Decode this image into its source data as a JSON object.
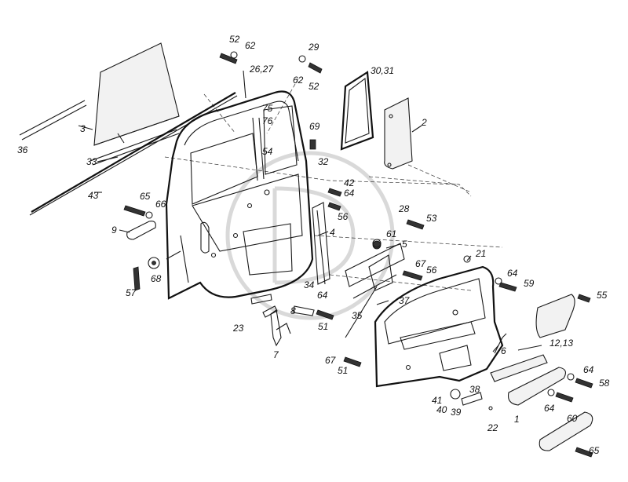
{
  "diagram": {
    "callouts": [
      {
        "id": "c52a",
        "text": "52"
      },
      {
        "id": "c62a",
        "text": "62"
      },
      {
        "id": "c2627",
        "text": "26,27"
      },
      {
        "id": "c29",
        "text": "29"
      },
      {
        "id": "c62b",
        "text": "62"
      },
      {
        "id": "c52b",
        "text": "52"
      },
      {
        "id": "c3031",
        "text": "30,31"
      },
      {
        "id": "c75",
        "text": "75"
      },
      {
        "id": "c76",
        "text": "76"
      },
      {
        "id": "c54",
        "text": "54"
      },
      {
        "id": "c69",
        "text": "69"
      },
      {
        "id": "c2",
        "text": "2"
      },
      {
        "id": "c3",
        "text": "3"
      },
      {
        "id": "c36",
        "text": "36"
      },
      {
        "id": "c33",
        "text": "33"
      },
      {
        "id": "c43",
        "text": "43"
      },
      {
        "id": "c32",
        "text": "32"
      },
      {
        "id": "c42",
        "text": "42"
      },
      {
        "id": "c64a",
        "text": "64"
      },
      {
        "id": "c56a",
        "text": "56"
      },
      {
        "id": "c65a",
        "text": "65"
      },
      {
        "id": "c66",
        "text": "66"
      },
      {
        "id": "c9",
        "text": "9"
      },
      {
        "id": "c4",
        "text": "4"
      },
      {
        "id": "c28",
        "text": "28"
      },
      {
        "id": "c53",
        "text": "53"
      },
      {
        "id": "c61",
        "text": "61"
      },
      {
        "id": "c5",
        "text": "5"
      },
      {
        "id": "c57",
        "text": "57"
      },
      {
        "id": "c68",
        "text": "68"
      },
      {
        "id": "c67a",
        "text": "67"
      },
      {
        "id": "c56b",
        "text": "56"
      },
      {
        "id": "c21",
        "text": "21"
      },
      {
        "id": "c64b",
        "text": "64"
      },
      {
        "id": "c59",
        "text": "59"
      },
      {
        "id": "c34",
        "text": "34"
      },
      {
        "id": "c37",
        "text": "37"
      },
      {
        "id": "c55",
        "text": "55"
      },
      {
        "id": "c8",
        "text": "8"
      },
      {
        "id": "c64c",
        "text": "64"
      },
      {
        "id": "c35",
        "text": "35"
      },
      {
        "id": "c23",
        "text": "23"
      },
      {
        "id": "c51a",
        "text": "51"
      },
      {
        "id": "c7",
        "text": "7"
      },
      {
        "id": "c6",
        "text": "6"
      },
      {
        "id": "c1213",
        "text": "12,13"
      },
      {
        "id": "c67b",
        "text": "67"
      },
      {
        "id": "c51b",
        "text": "51"
      },
      {
        "id": "c64d",
        "text": "64"
      },
      {
        "id": "c58",
        "text": "58"
      },
      {
        "id": "c38",
        "text": "38"
      },
      {
        "id": "c41",
        "text": "41"
      },
      {
        "id": "c40",
        "text": "40"
      },
      {
        "id": "c39",
        "text": "39"
      },
      {
        "id": "c64e",
        "text": "64"
      },
      {
        "id": "c1",
        "text": "1"
      },
      {
        "id": "c22",
        "text": "22"
      },
      {
        "id": "c60",
        "text": "60"
      },
      {
        "id": "c65b",
        "text": "65"
      }
    ]
  }
}
